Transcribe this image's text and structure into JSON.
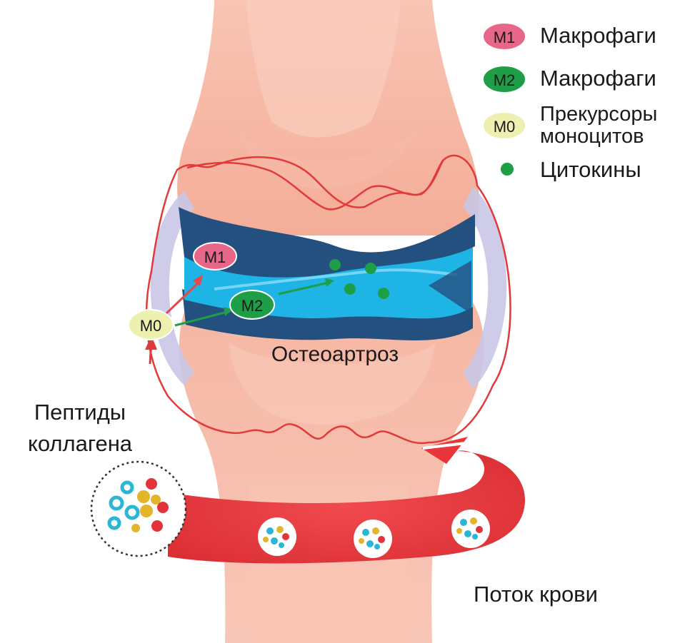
{
  "labels": {
    "m1": "M1",
    "m2": "M2",
    "m0": "M0",
    "disease": "Остеоартроз",
    "peptides_line1": "Пептиды",
    "peptides_line2": "коллагена",
    "blood_flow": "Поток крови"
  },
  "legend": {
    "items": [
      {
        "badge": "M1",
        "text": "Макрофаги",
        "color": "#e8668a"
      },
      {
        "badge": "M2",
        "text": "Макрофаги",
        "color": "#1f9e48"
      },
      {
        "badge": "M0",
        "text_line1": "Прекурсоры",
        "text_line2": "моноцитов",
        "color": "#eef0b0"
      },
      {
        "badge": "",
        "text": "Цитокины",
        "color": "#1f9e48"
      }
    ]
  },
  "colors": {
    "bone": "#f6b5a3",
    "bone_light": "#fbd2c4",
    "cartilage_dark": "#24507f",
    "synovial_fluid": "#1eb4e6",
    "capsule": "#c9c6e6",
    "membrane_line": "#e23a3a",
    "blood_vessel": "#e8343a",
    "cytokine": "#1f9e48",
    "peptide_cyan": "#2bb6d6",
    "peptide_gold": "#e3b52b",
    "peptide_red": "#e2323c"
  }
}
